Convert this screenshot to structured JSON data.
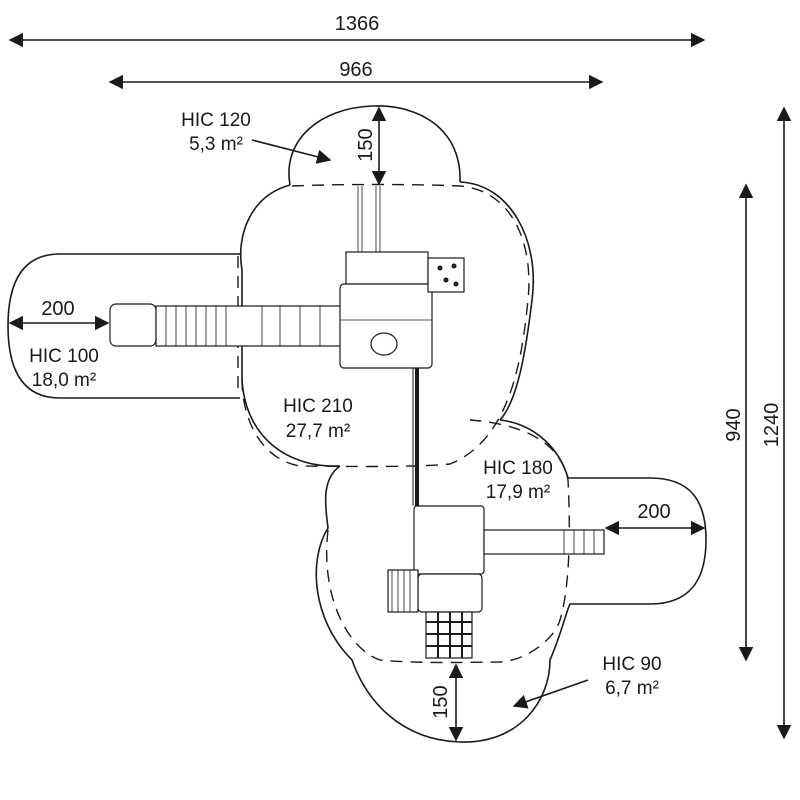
{
  "dimensions": {
    "top_width_total": "1366",
    "top_width_inner": "966",
    "right_height_inner": "940",
    "right_height_total": "1240",
    "top_zone_clearance": "150",
    "bottom_zone_clearance": "150",
    "left_slide_clearance": "200",
    "right_slide_clearance": "200"
  },
  "zones": {
    "hic120": {
      "name": "HIC 120",
      "area": "5,3 m²"
    },
    "hic100": {
      "name": "HIC 100",
      "area": "18,0 m²"
    },
    "hic210": {
      "name": "HIC 210",
      "area": "27,7 m²"
    },
    "hic180": {
      "name": "HIC 180",
      "area": "17,9 m²"
    },
    "hic90": {
      "name": "HIC 90",
      "area": "6,7 m²"
    }
  }
}
